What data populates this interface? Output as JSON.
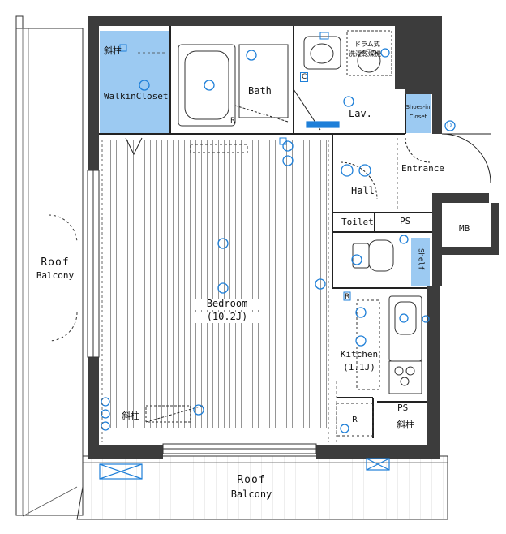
{
  "colors": {
    "wall": "#3c3c3c",
    "accent": "#1e7fd8",
    "closet_fill": "#9ccaf2",
    "line": "#222222",
    "floor_line": "#7a7a7a"
  },
  "rooms": {
    "roof_balcony_west": {
      "line1": "Roof",
      "line2": "Balcony"
    },
    "roof_balcony_south": {
      "line1": "Roof",
      "line2": "Balcony"
    },
    "bedroom": {
      "name": "Bedroom",
      "size": "(10.2J)"
    },
    "walk_in_closet": {
      "name": "WalkinCloset"
    },
    "bath": {
      "name": "Bath"
    },
    "lav": {
      "name": "Lav."
    },
    "shoes_in_closet": {
      "line1": "Shoes-in",
      "line2": "Closet"
    },
    "entrance": {
      "name": "Entrance"
    },
    "hall": {
      "name": "Hall"
    },
    "toilet": {
      "name": "Toilet"
    },
    "ps_upper": {
      "name": "PS"
    },
    "ps_lower": {
      "name": "PS"
    },
    "mb": {
      "name": "MB"
    },
    "shelf": {
      "name": "Shelf"
    },
    "kitchen": {
      "name": "Kitchen",
      "size": "(1.1J)"
    }
  },
  "notes": {
    "pillar": "斜柱",
    "drum_washer_line1": "ドラム式",
    "drum_washer_line2": "洗濯乾燥機",
    "refrigerator_mark": "R",
    "closet_mark": "C",
    "door_mark": "D"
  },
  "icons": [
    "outlet-icon",
    "light-icon",
    "switch-icon",
    "stove-icon",
    "sink-icon",
    "washer-icon",
    "air-conditioner-icon",
    "door-swing-icon"
  ]
}
